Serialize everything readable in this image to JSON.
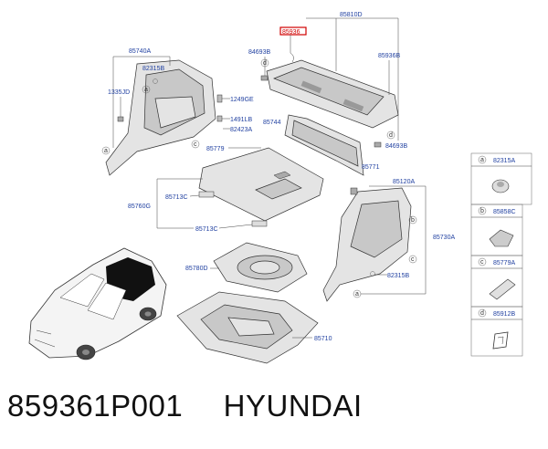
{
  "diagram": {
    "callouts": {
      "p85810D": "85810D",
      "p85936": "85936",
      "p84693B_top": "84693B",
      "p85936B": "85936B",
      "p85740A": "85740A",
      "p82315B_top": "82315B",
      "p1335JD": "1335JD",
      "p1249GE": "1249GE",
      "p1491LB": "1491LB",
      "p82423A": "82423A",
      "p85744": "85744",
      "p84693B_mid": "84693B",
      "p85779": "85779",
      "p85771": "85771",
      "p85120A": "85120A",
      "p85713C_a": "85713C",
      "p85760G": "85760G",
      "p85713C_b": "85713C",
      "p85730A": "85730A",
      "p85780D": "85780D",
      "p82315B_bot": "82315B",
      "p85710": "85710"
    },
    "circle_markers": [
      "a",
      "b",
      "c",
      "d"
    ],
    "legend": [
      {
        "marker": "a",
        "part": "82315A"
      },
      {
        "marker": "b",
        "part": "85858C"
      },
      {
        "marker": "c",
        "part": "85779A"
      },
      {
        "marker": "d",
        "part": "85912B"
      }
    ]
  },
  "caption": {
    "part_number": "859361P001",
    "brand": "HYUNDAI"
  }
}
